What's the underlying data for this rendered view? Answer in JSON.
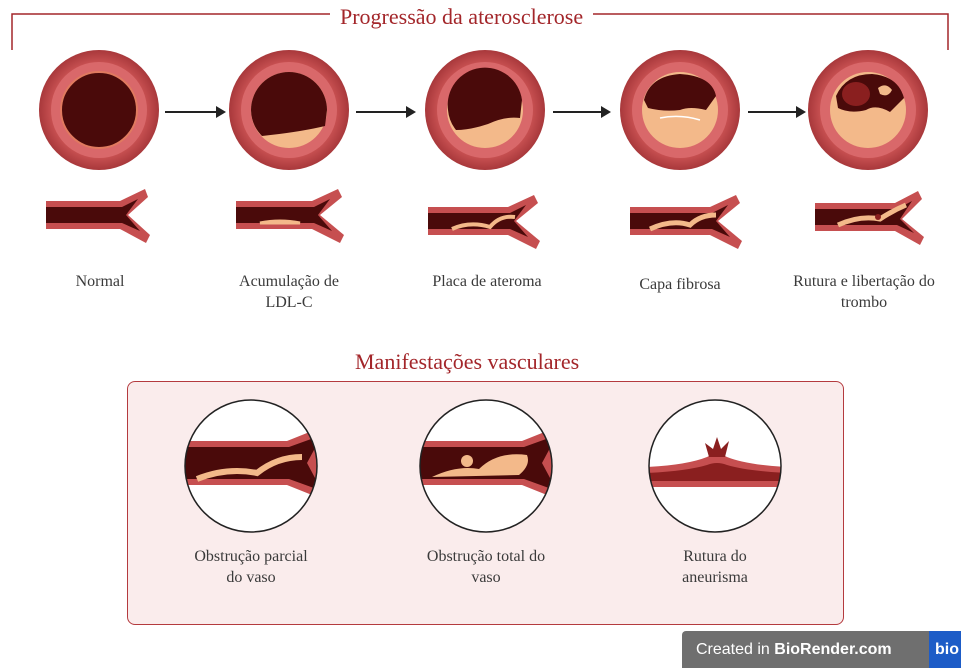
{
  "progression": {
    "title": "Progressão da aterosclerose",
    "stages": [
      {
        "label": "Normal"
      },
      {
        "label": "Acumulação de LDL-C"
      },
      {
        "label": "Placa de ateroma"
      },
      {
        "label": "Capa fibrosa"
      },
      {
        "label": "Rutura e libertação do trombo"
      }
    ]
  },
  "manifestations": {
    "title": "Manifestações vasculares",
    "items": [
      {
        "label": "Obstrução parcial do vaso"
      },
      {
        "label": "Obstrução total do vaso"
      },
      {
        "label": "Rutura do aneurisma"
      }
    ]
  },
  "footer": {
    "prefix": "Created in ",
    "brand": "BioRender.com",
    "logo_text": "bio"
  },
  "colors": {
    "accent": "#a3262a",
    "vessel_outer": "#c24a4c",
    "vessel_lumen": "#4a0a0a",
    "plaque": "#f3b98a",
    "panel_bg": "#faecec"
  }
}
